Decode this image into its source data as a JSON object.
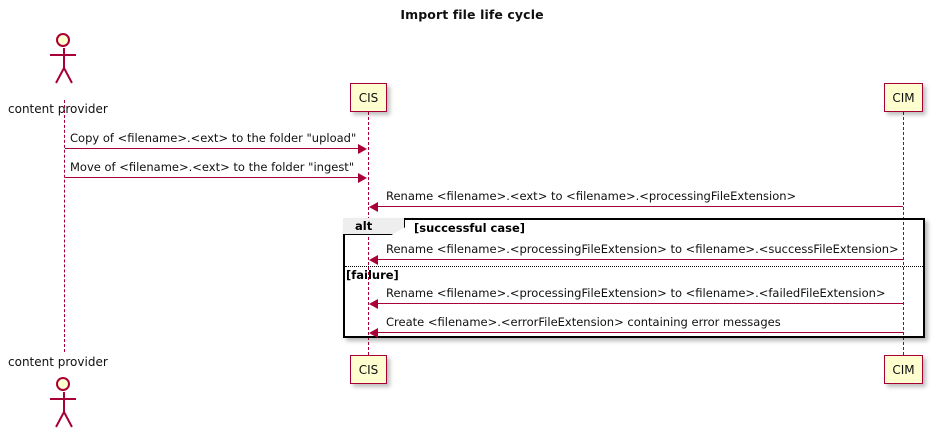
{
  "diagram": {
    "title": "Import file life cycle",
    "type": "uml-sequence-diagram",
    "colors": {
      "accent": "#A80036",
      "participant_fill": "#FEFECE",
      "frame_border": "#000000",
      "frame_tab_fill": "#EEEEEE",
      "text": "#101010",
      "background": "#FFFFFF"
    }
  },
  "participants": [
    {
      "id": "actor",
      "name": "content provider",
      "kind": "actor",
      "label_top": "content provider",
      "label_bottom": "content provider"
    },
    {
      "id": "cis",
      "name": "CIS",
      "kind": "participant",
      "label_top": "CIS",
      "label_bottom": "CIS"
    },
    {
      "id": "cim",
      "name": "CIM",
      "kind": "participant",
      "label_top": "CIM",
      "label_bottom": "CIM"
    }
  ],
  "messages": [
    {
      "index": 1,
      "from": "actor",
      "to": "cis",
      "direction": "right",
      "text": "Copy of <filename>.<ext> to the folder \"upload\""
    },
    {
      "index": 2,
      "from": "actor",
      "to": "cis",
      "direction": "right",
      "text": "Move of <filename>.<ext> to the folder \"ingest\""
    },
    {
      "index": 3,
      "from": "cim",
      "to": "cis",
      "direction": "left",
      "text": "Rename <filename>.<ext> to <filename>.<processingFileExtension>"
    },
    {
      "index": 4,
      "from": "cim",
      "to": "cis",
      "direction": "left",
      "text": "Rename <filename>.<processingFileExtension> to <filename>.<successFileExtension>"
    },
    {
      "index": 5,
      "from": "cim",
      "to": "cis",
      "direction": "left",
      "text": "Rename <filename>.<processingFileExtension> to <filename>.<failedFileExtension>"
    },
    {
      "index": 6,
      "from": "cim",
      "to": "cis",
      "direction": "left",
      "text": "Create <filename>.<errorFileExtension> containing error messages"
    }
  ],
  "fragment": {
    "operator": "alt",
    "guards": [
      {
        "label": "[successful case]",
        "position": "header"
      },
      {
        "label": "[failure]",
        "position": "else"
      }
    ]
  }
}
